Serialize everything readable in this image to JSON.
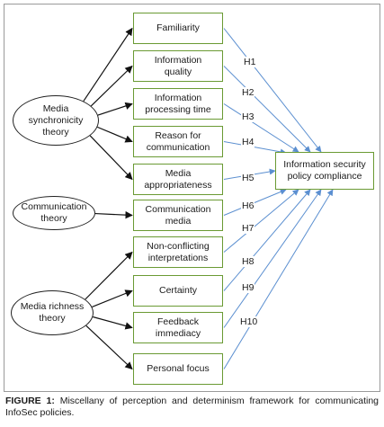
{
  "theories": [
    {
      "id": "t1",
      "label": "Media\nsynchronicity\ntheory"
    },
    {
      "id": "t2",
      "label": "Communication\ntheory"
    },
    {
      "id": "t3",
      "label": "Media richness\ntheory"
    }
  ],
  "factors": [
    {
      "label": "Familiarity",
      "hypothesis": "H1"
    },
    {
      "label": "Information\nquality",
      "hypothesis": "H2"
    },
    {
      "label": "Information\nprocessing time",
      "hypothesis": "H3"
    },
    {
      "label": "Reason for\ncommunication",
      "hypothesis": "H4"
    },
    {
      "label": "Media\nappropriateness",
      "hypothesis": "H5"
    },
    {
      "label": "Communication\nmedia",
      "hypothesis": "H6"
    },
    {
      "label": "Non-conflicting\ninterpretations",
      "hypothesis": "H7"
    },
    {
      "label": "Certainty",
      "hypothesis": "H8"
    },
    {
      "label": "Feedback\nimmediacy",
      "hypothesis": "H9"
    },
    {
      "label": "Personal focus",
      "hypothesis": "H10"
    }
  ],
  "outcome": {
    "label": "Information security\npolicy compliance"
  },
  "caption": {
    "prefix": "FIGURE 1:",
    "text": "Miscellany of perception and determinism framework for communicating InfoSec policies."
  },
  "colors": {
    "box_border": "#6a9a33",
    "hyp_arrow": "#5b8fd0",
    "theory_arrow": "#111111"
  }
}
